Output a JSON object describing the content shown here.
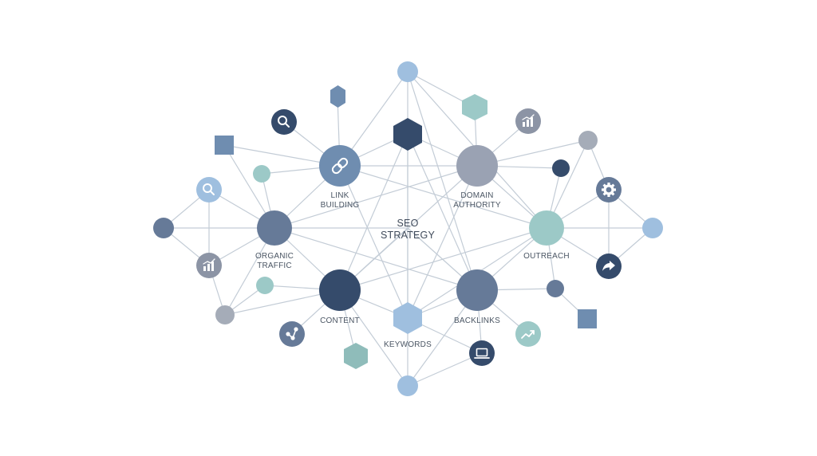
{
  "diagram": {
    "center": {
      "line1": "SEO",
      "line2": "STRATEGY"
    },
    "labels": {
      "link_building": {
        "line1": "LINK",
        "line2": "BUILDING"
      },
      "domain_authority": {
        "line1": "DOMAIN",
        "line2": "AUTHORITY"
      },
      "organic_traffic": {
        "line1": "ORGANIC",
        "line2": "TRAFFIC"
      },
      "outreach": "OUTREACH",
      "content": "CONTENT",
      "keywords": "KEYWORDS",
      "backlinks": "BACKLINKS"
    },
    "icons": [
      "search-icon",
      "chart-icon",
      "link-icon",
      "gear-icon",
      "share-icon",
      "laptop-icon",
      "trend-icon",
      "share-arrow-icon"
    ],
    "colors": {
      "navy": "#354b6b",
      "slate": "#667a98",
      "steel": "#6f8db0",
      "light_blue": "#9fbfdf",
      "teal": "#9cc9c7",
      "gray": "#a5acb8",
      "edge": "#c3ccd6"
    }
  }
}
